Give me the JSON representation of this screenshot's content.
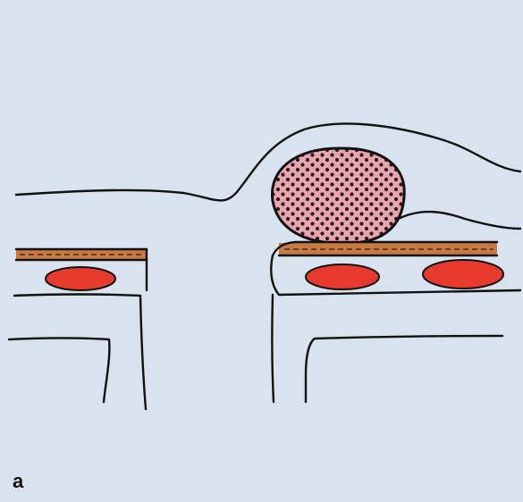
{
  "figure": {
    "panel_label": "a",
    "colors": {
      "background": "#d8e3ef",
      "outline": "#111111",
      "vessel_red": "#e63a2e",
      "mass_pink": "#e7a5b0",
      "mass_dots": "#2a1a1a",
      "fascia_brown": "#c87a45"
    },
    "structures": [
      {
        "name": "skin-surface-contour"
      },
      {
        "name": "dotted-mass"
      },
      {
        "name": "left-fascia-band"
      },
      {
        "name": "right-fascia-band"
      },
      {
        "name": "left-vessel"
      },
      {
        "name": "right-vessel-1"
      },
      {
        "name": "right-vessel-2"
      },
      {
        "name": "left-wall"
      },
      {
        "name": "right-wall"
      }
    ]
  }
}
